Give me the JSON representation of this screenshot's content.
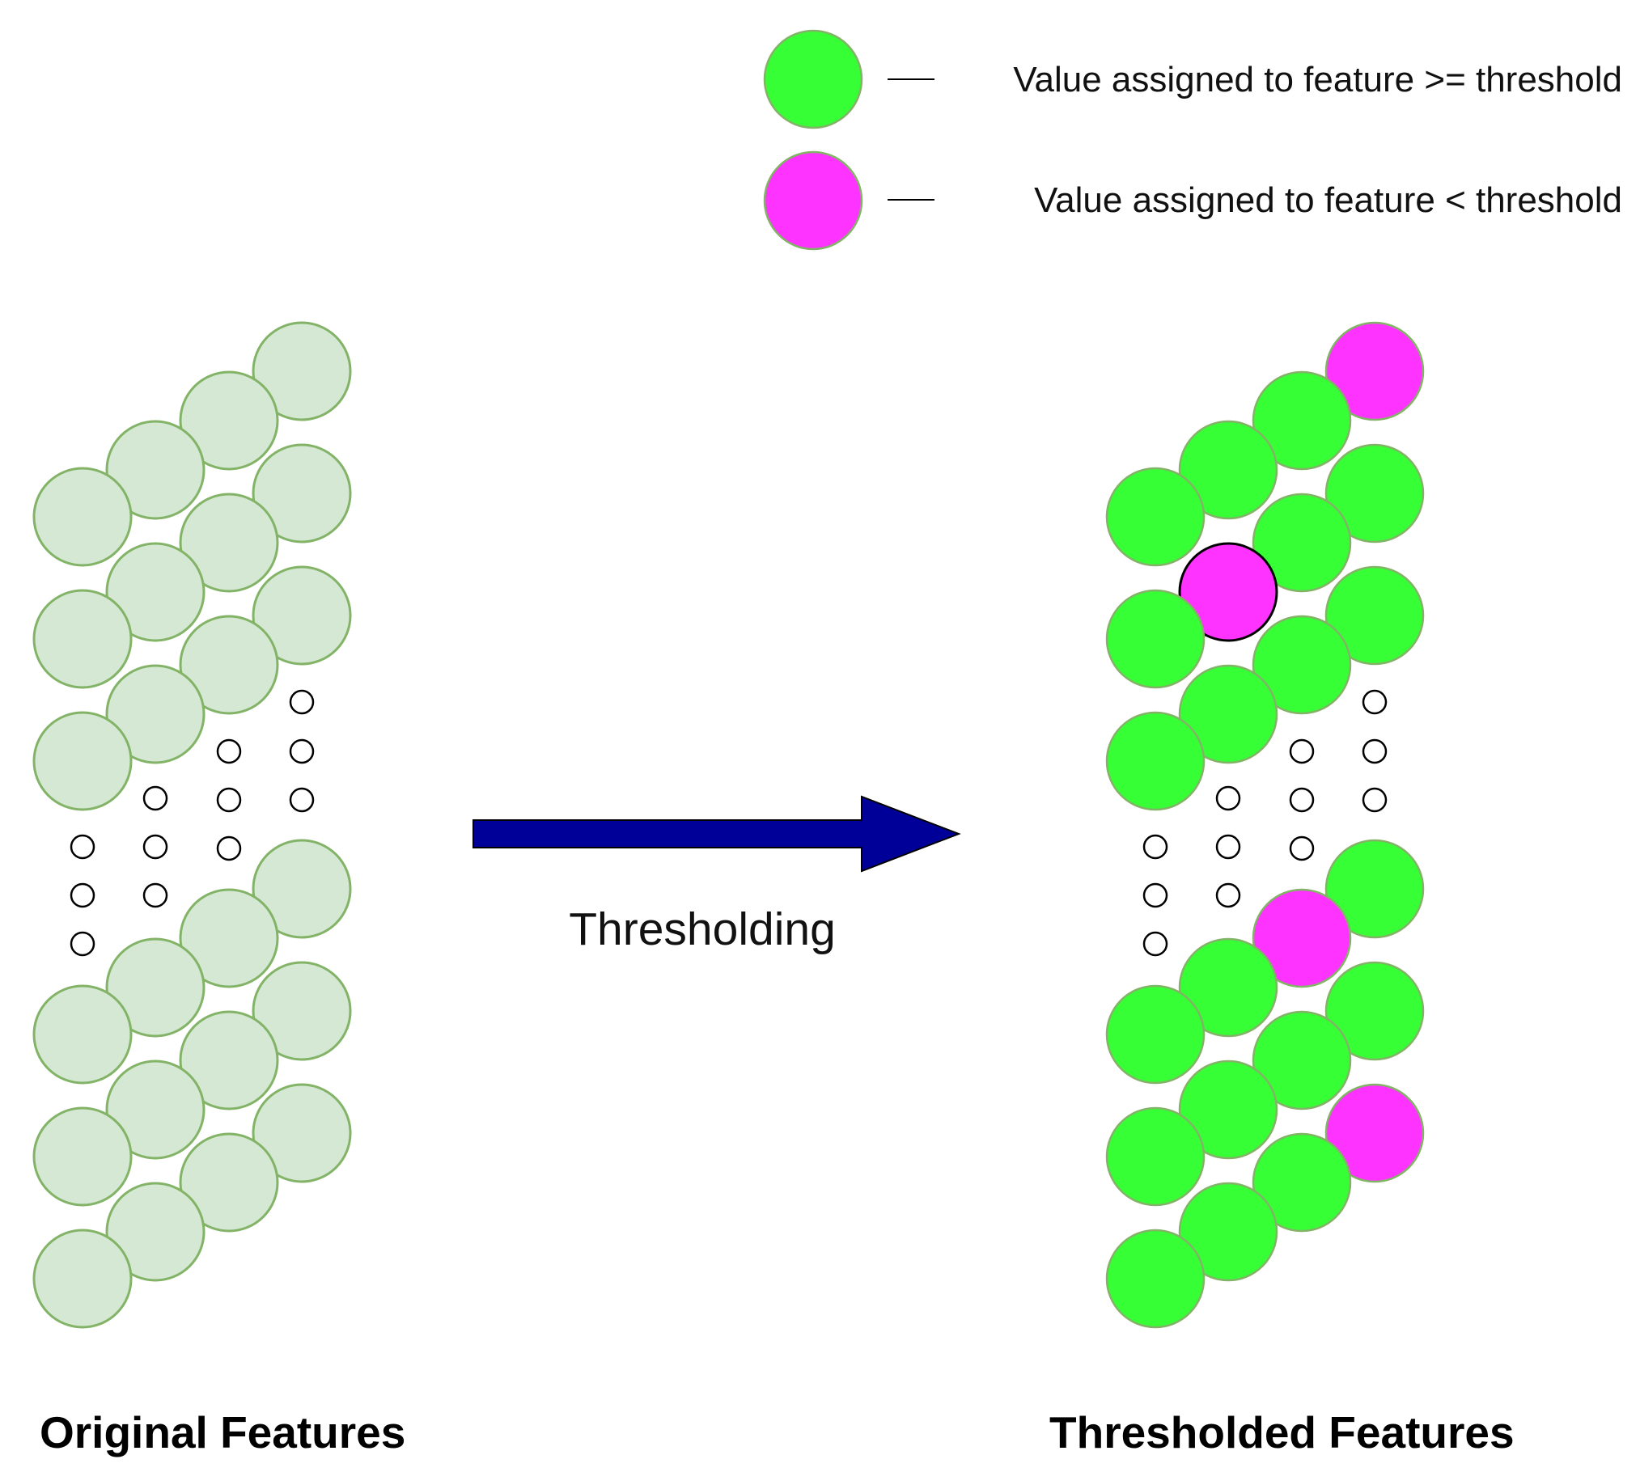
{
  "legend": {
    "items": [
      {
        "label": "Value assigned to feature >= threshold",
        "color": "#36FF36"
      },
      {
        "label": "Value assigned to feature < threshold",
        "color": "#FF33FF"
      }
    ]
  },
  "arrow": {
    "label": "Thresholding",
    "color": "#000099"
  },
  "original": {
    "title": "Original Features",
    "fill": "#D5E8D4",
    "stroke": "#82B366"
  },
  "thresholded": {
    "title": "Thresholded Features",
    "above_color": "#36FF36",
    "below_color": "#FF33FF",
    "grid": [
      [
        "above",
        "above",
        "above",
        "above",
        "above",
        "above"
      ],
      [
        "above",
        "below",
        "above",
        "above",
        "above",
        "above"
      ],
      [
        "above",
        "above",
        "above",
        "below",
        "above",
        "above"
      ],
      [
        "below",
        "above",
        "above",
        "above",
        "above",
        "below"
      ]
    ]
  }
}
